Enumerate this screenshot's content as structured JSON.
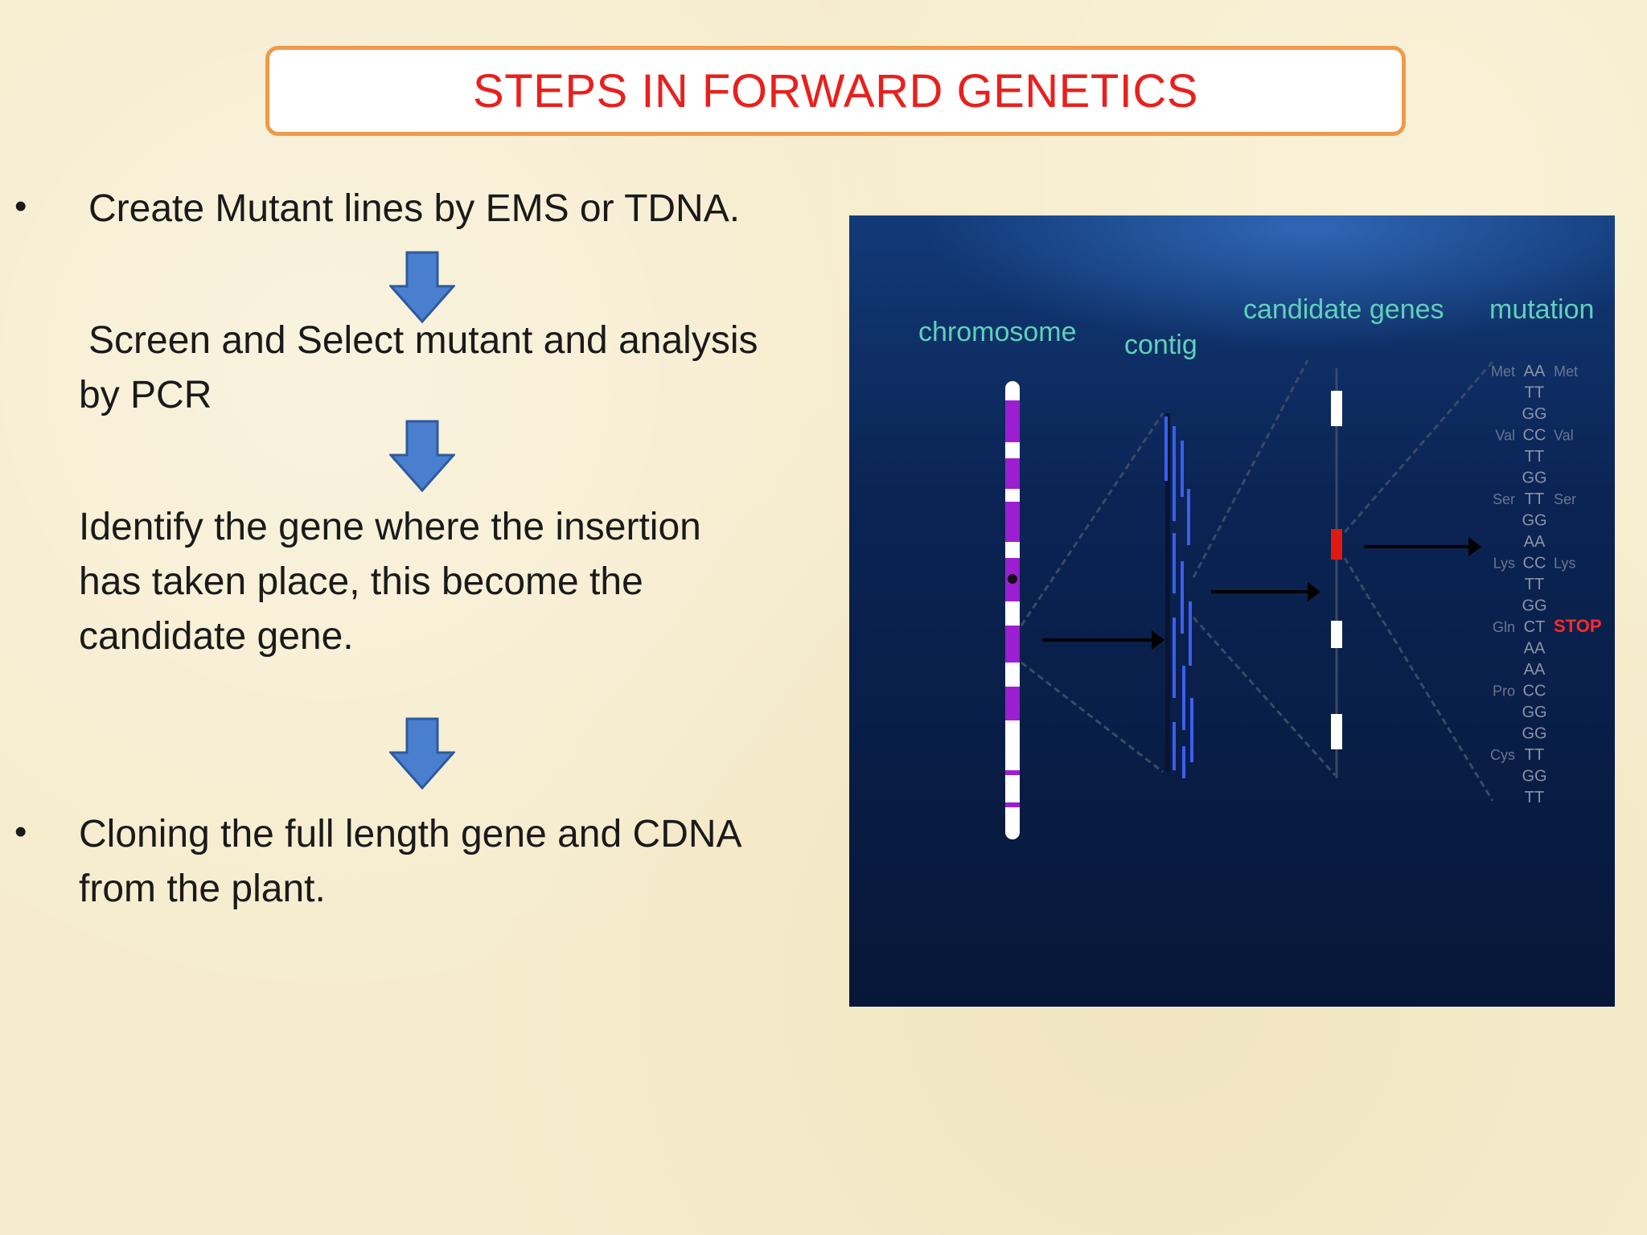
{
  "title": "STEPS IN FORWARD GENETICS",
  "steps": [
    {
      "bullet": "•",
      "text": "Create Mutant lines by EMS or TDNA."
    },
    {
      "text_line1": "Screen and Select mutant and analysis",
      "text_line2": "by PCR"
    },
    {
      "text_line1": "Identify the gene where the insertion",
      "text_line2": "has taken place, this become the",
      "text_line3": "candidate gene."
    },
    {
      "bullet": "•",
      "text_line1": "Cloning the full length gene and CDNA",
      "text_line2": "from the plant."
    }
  ],
  "figure": {
    "labels": {
      "chromosome": "chromosome",
      "contig": "contig",
      "candidate_genes": "candidate genes",
      "mutation": "mutation"
    },
    "sequence": {
      "rows": [
        {
          "left": "Met",
          "bases": "AA",
          "right": "Met"
        },
        {
          "left": "",
          "bases": "TT",
          "right": ""
        },
        {
          "left": "",
          "bases": "GG",
          "right": ""
        },
        {
          "left": "Val",
          "bases": "CC",
          "right": "Val"
        },
        {
          "left": "",
          "bases": "TT",
          "right": ""
        },
        {
          "left": "",
          "bases": "GG",
          "right": ""
        },
        {
          "left": "Ser",
          "bases": "TT",
          "right": "Ser"
        },
        {
          "left": "",
          "bases": "GG",
          "right": ""
        },
        {
          "left": "",
          "bases": "AA",
          "right": ""
        },
        {
          "left": "Lys",
          "bases": "CC",
          "right": "Lys"
        },
        {
          "left": "",
          "bases": "TT",
          "right": ""
        },
        {
          "left": "",
          "bases": "GG",
          "right": ""
        },
        {
          "left": "Gln",
          "bases": "CT",
          "right": "STOP"
        },
        {
          "left": "",
          "bases": "AA",
          "right": ""
        },
        {
          "left": "",
          "bases": "AA",
          "right": ""
        },
        {
          "left": "Pro",
          "bases": "CC",
          "right": ""
        },
        {
          "left": "",
          "bases": "GG",
          "right": ""
        },
        {
          "left": "",
          "bases": "GG",
          "right": ""
        },
        {
          "left": "Cys",
          "bases": "TT",
          "right": ""
        },
        {
          "left": "",
          "bases": "GG",
          "right": ""
        },
        {
          "left": "",
          "bases": "TT",
          "right": ""
        }
      ]
    },
    "colors": {
      "background": "#0a1f45",
      "label": "#5fd1b8",
      "chromosome_band": "#9b1fd1",
      "contig": "#3b5ff0",
      "candidate": "#e01a10",
      "stop": "#ff2a2a"
    }
  },
  "colors": {
    "title_text": "#e8201d",
    "title_border": "#ee9a4b",
    "arrow": "#4a7fcf"
  }
}
